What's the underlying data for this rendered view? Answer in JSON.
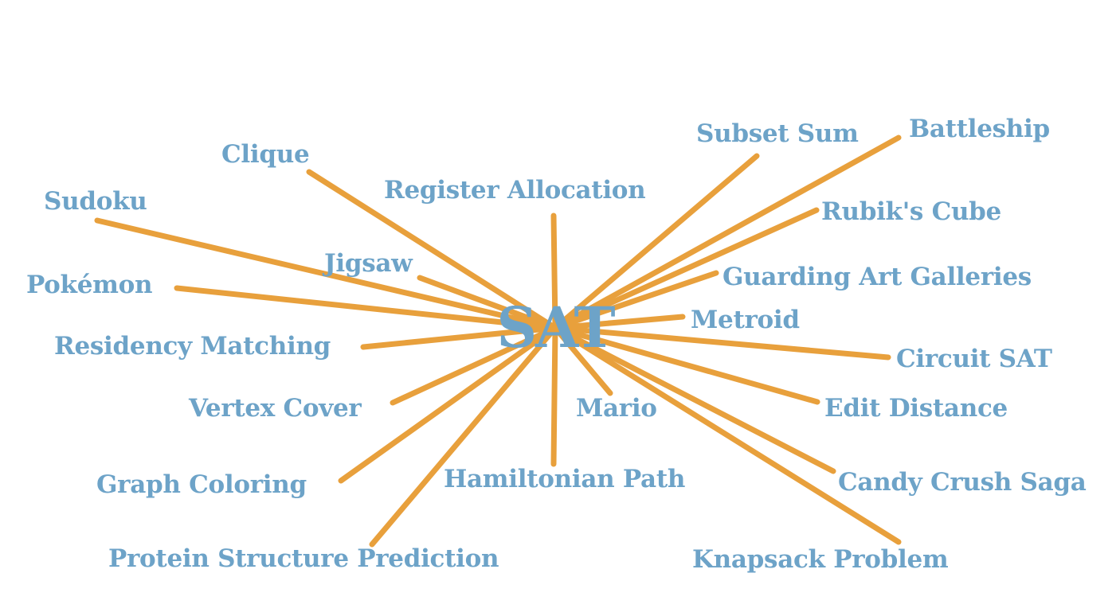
{
  "center": {
    "label": "SAT"
  },
  "colors": {
    "spoke": "#E8A03C",
    "text": "#6DA3C8",
    "background": "#FFFFFF"
  },
  "problems": [
    {
      "id": "clique",
      "label": "Clique"
    },
    {
      "id": "sudoku",
      "label": "Sudoku"
    },
    {
      "id": "register-allocation",
      "label": "Register Allocation"
    },
    {
      "id": "jigsaw",
      "label": "Jigsaw"
    },
    {
      "id": "pokemon",
      "label": "Pokémon"
    },
    {
      "id": "residency-matching",
      "label": "Residency Matching"
    },
    {
      "id": "vertex-cover",
      "label": "Vertex Cover"
    },
    {
      "id": "graph-coloring",
      "label": "Graph Coloring"
    },
    {
      "id": "protein-structure-prediction",
      "label": "Protein Structure Prediction"
    },
    {
      "id": "hamiltonian-path",
      "label": "Hamiltonian Path"
    },
    {
      "id": "mario",
      "label": "Mario"
    },
    {
      "id": "subset-sum",
      "label": "Subset Sum"
    },
    {
      "id": "battleship",
      "label": "Battleship"
    },
    {
      "id": "rubiks-cube",
      "label": "Rubik's Cube"
    },
    {
      "id": "guarding-art-galleries",
      "label": "Guarding Art Galleries"
    },
    {
      "id": "metroid",
      "label": "Metroid"
    },
    {
      "id": "circuit-sat",
      "label": "Circuit SAT"
    },
    {
      "id": "edit-distance",
      "label": "Edit Distance"
    },
    {
      "id": "candy-crush-saga",
      "label": "Candy Crush Saga"
    },
    {
      "id": "knapsack-problem",
      "label": "Knapsack Problem"
    }
  ]
}
